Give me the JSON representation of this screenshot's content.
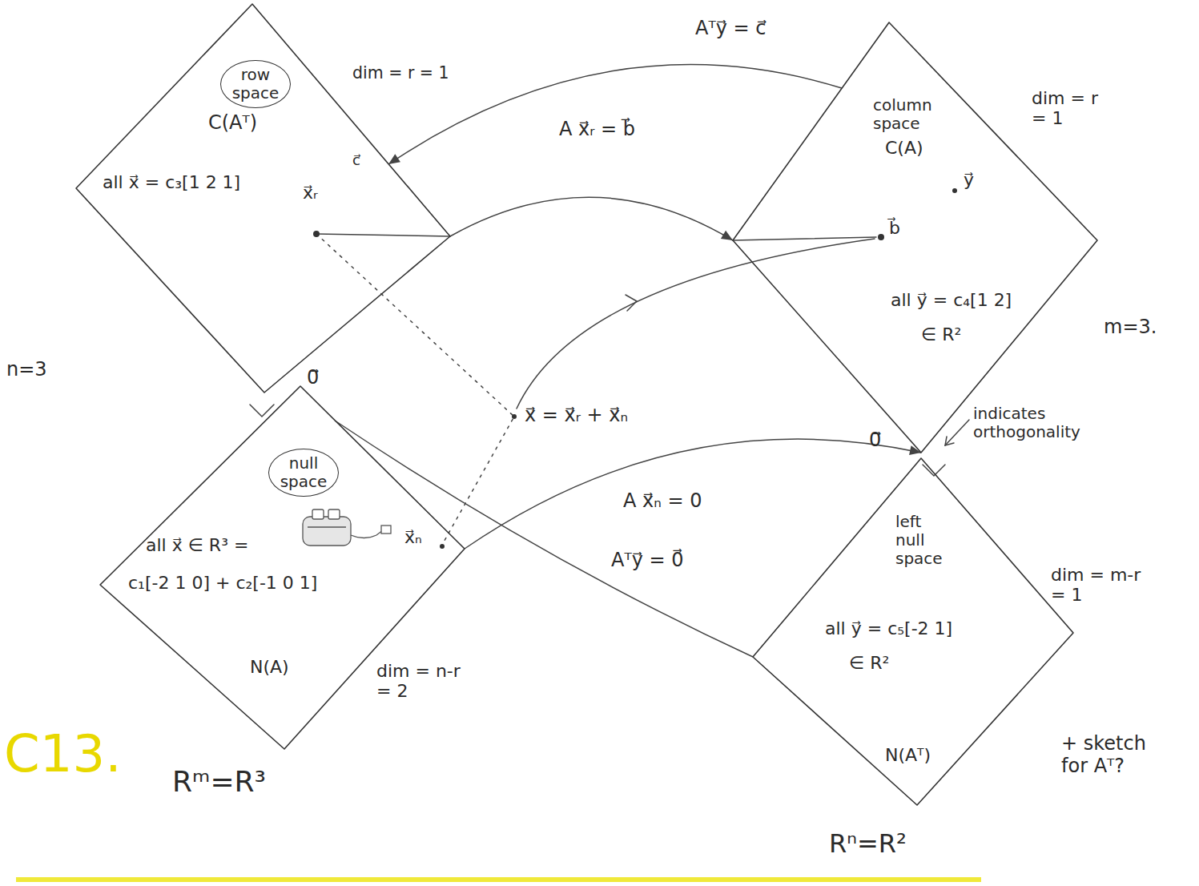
{
  "diagram": {
    "nodes": [
      {
        "text": [
          "row space",
          "C(Aᵀ)",
          "all x⃗ = c₃[1 2 1]",
          "x⃗ᵣ",
          "c⃗",
          "dim = r = 1"
        ]
      },
      {
        "text": [
          "column space",
          "C(A)",
          "y⃗",
          "b⃗",
          "all y⃗ = c₄[1 2]",
          "∈ R²",
          "dim = r = 1"
        ]
      },
      {
        "text": [
          "null space",
          "all x⃗ ∈ R³ =",
          "c₁[-2 1 0] + c₂[-1 0 1]",
          "x⃗ₙ",
          "N(A)",
          "dim = n-r = 2"
        ]
      },
      {
        "text": [
          "left null space",
          "all y⃗ = c₅[-2 1]",
          "∈ R²",
          "N(Aᵀ)",
          "dim = m-r = 1"
        ]
      }
    ],
    "edges": [
      {
        "from": 0,
        "to": 1,
        "arrow": "to",
        "label": "A x⃗ᵣ = b⃗"
      },
      {
        "from": 1,
        "to": 0,
        "arrow": "to",
        "label": "Aᵀy⃗ = c⃗"
      },
      {
        "from": 2,
        "to": 1,
        "arrow": "to",
        "label": "A x⃗ₙ = 0"
      },
      {
        "from": 3,
        "to": 2,
        "arrow": "none",
        "label": "Aᵀy⃗ = 0⃗"
      }
    ],
    "labels": [
      "n=3",
      "m=3.",
      "0⃗",
      "0⃗",
      "x⃗ = x⃗ᵣ + x⃗ₙ",
      "indicates orthogonality",
      "Rᵐ=R³",
      "Rⁿ=R²",
      "+ sketch for Aᵀ?",
      "C13."
    ]
  }
}
